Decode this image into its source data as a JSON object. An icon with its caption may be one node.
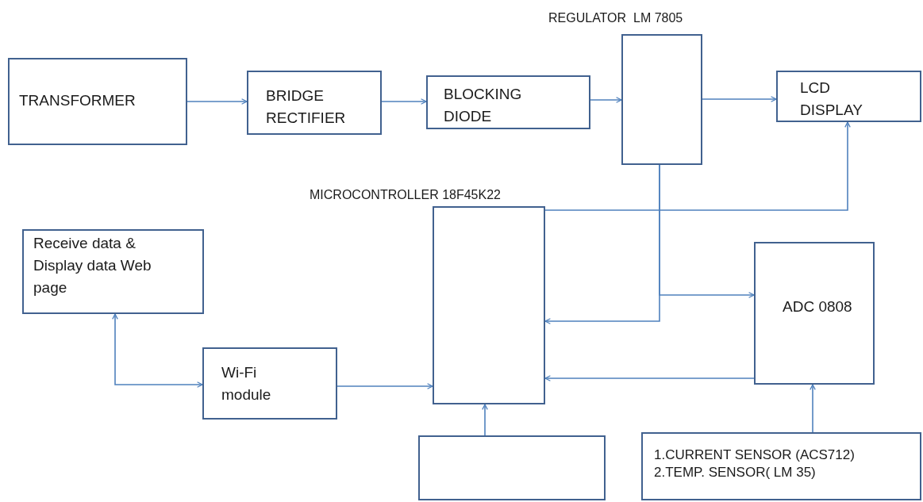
{
  "diagram": {
    "nodes": [
      {
        "text": [
          "TRANSFORMER"
        ]
      },
      {
        "text": [
          "BRIDGE RECTIFIER"
        ]
      },
      {
        "text": [
          "BLOCKING DIODE"
        ]
      },
      {
        "text": [
          "REGULATOR  LM 7805"
        ]
      },
      {
        "text": [
          "LCD DISPLAY"
        ]
      },
      {
        "text": [
          "MICROCONTROLLER 18F45K22"
        ]
      },
      {
        "text": [
          "Receive data & Display data Web page"
        ]
      },
      {
        "text": [
          "Wi-Fi module"
        ]
      },
      {
        "text": [
          "ADC 0808"
        ]
      },
      {
        "text": [],
        "shape": "box"
      },
      {
        "text": [
          "1.CURRENT SENSOR (ACS712)",
          "2.TEMP. SENSOR( LM 35)"
        ]
      }
    ],
    "edges": [
      {
        "from": 0,
        "to": 1,
        "arrow": "to"
      },
      {
        "from": 1,
        "to": 2,
        "arrow": "to"
      },
      {
        "from": 2,
        "to": 3,
        "arrow": "to"
      },
      {
        "from": 3,
        "to": 4,
        "arrow": "to"
      },
      {
        "from": 3,
        "to": 5,
        "arrow": "to"
      },
      {
        "from": 3,
        "to": 8,
        "arrow": "to"
      },
      {
        "from": 5,
        "to": 4,
        "arrow": "to"
      },
      {
        "from": 8,
        "to": 5,
        "arrow": "to"
      },
      {
        "from": 7,
        "to": 5,
        "arrow": "to"
      },
      {
        "from": 6,
        "to": 7,
        "arrow": "both"
      },
      {
        "from": 9,
        "to": 5,
        "arrow": "to"
      },
      {
        "from": 10,
        "to": 8,
        "arrow": "to"
      }
    ]
  }
}
